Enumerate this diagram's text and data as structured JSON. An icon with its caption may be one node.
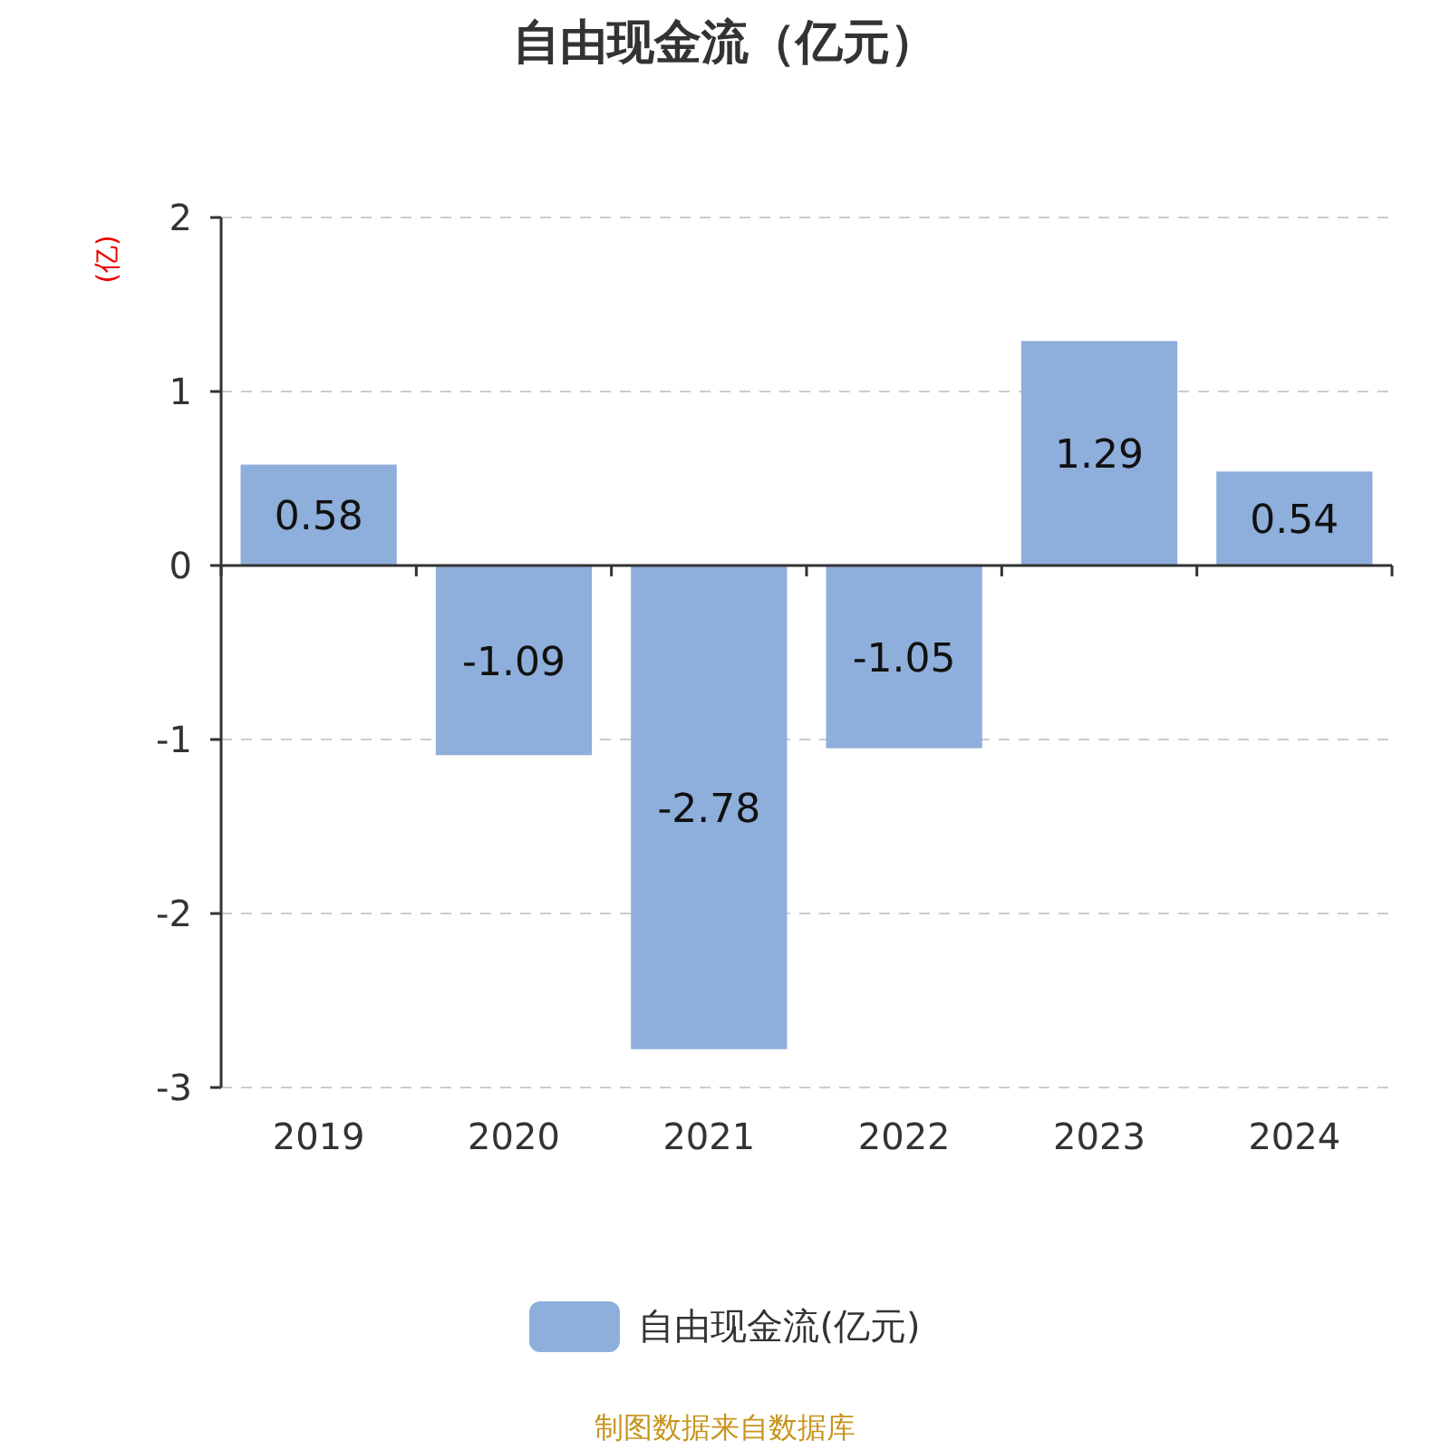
{
  "diagram": {
    "title": "自由现金流（亿元）",
    "chart_data": {
      "type": "bar",
      "ylabel": "(亿)",
      "categories": [
        "2019",
        "2020",
        "2021",
        "2022",
        "2023",
        "2024"
      ],
      "series": [
        {
          "color": "#8eaedb",
          "values": [
            0.58,
            -1.09,
            -2.78,
            -1.05,
            1.29,
            0.54
          ]
        }
      ],
      "ylim": [
        -3,
        2
      ],
      "grid": true,
      "yticks": [
        -3,
        -2,
        -1,
        0,
        1,
        2
      ],
      "data_labels": true
    },
    "legend": [
      {
        "text": "自由现金流(亿元)",
        "color": "#8eaedb"
      }
    ],
    "labels": [
      "制图数据来自数据库"
    ]
  }
}
